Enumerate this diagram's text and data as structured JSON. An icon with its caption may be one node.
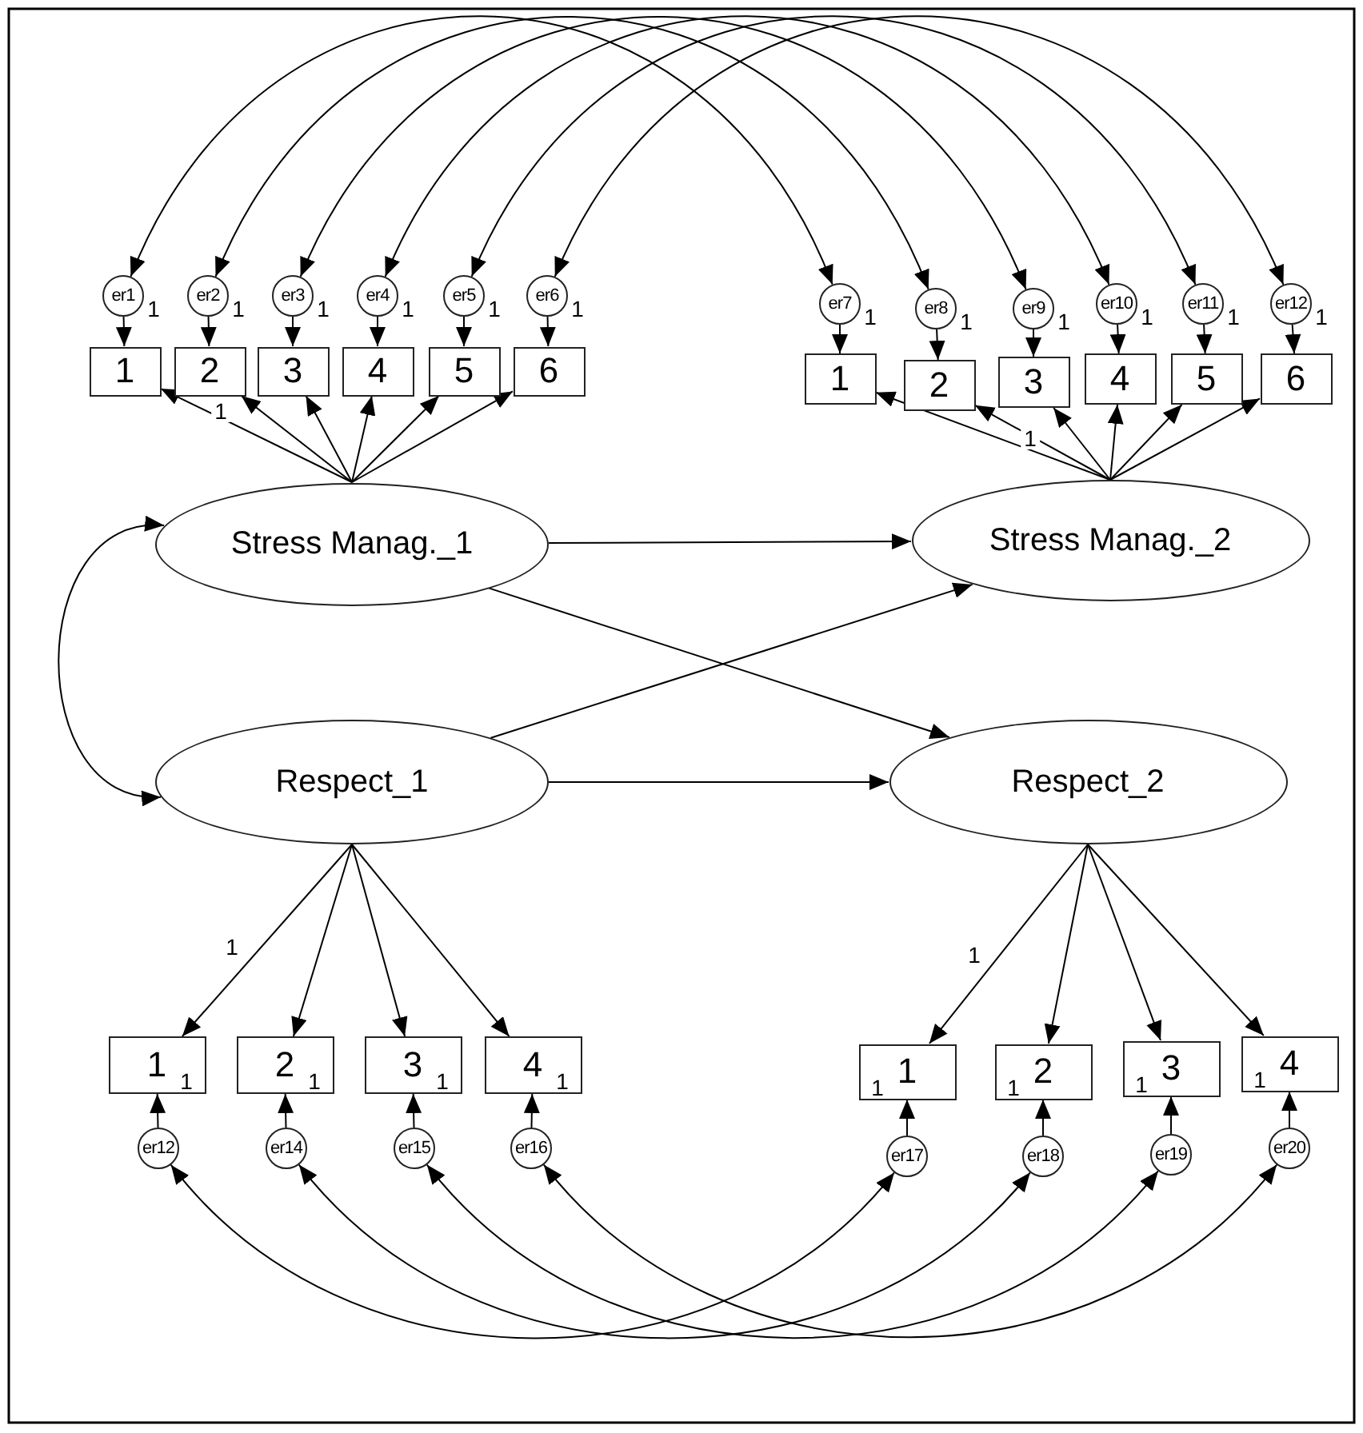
{
  "diagram": {
    "nodes": [
      {
        "text": [
          "er1"
        ]
      },
      {
        "text": [
          "er2"
        ]
      },
      {
        "text": [
          "er3"
        ]
      },
      {
        "text": [
          "er4"
        ]
      },
      {
        "text": [
          "er5"
        ]
      },
      {
        "text": [
          "er6"
        ]
      },
      {
        "text": [
          "er7"
        ]
      },
      {
        "text": [
          "er8"
        ]
      },
      {
        "text": [
          "er9"
        ]
      },
      {
        "text": [
          "er10"
        ]
      },
      {
        "text": [
          "er11"
        ]
      },
      {
        "text": [
          "er12"
        ]
      },
      {
        "text": [
          "1"
        ]
      },
      {
        "text": [
          "2"
        ]
      },
      {
        "text": [
          "3"
        ]
      },
      {
        "text": [
          "4"
        ]
      },
      {
        "text": [
          "5"
        ]
      },
      {
        "text": [
          "6"
        ]
      },
      {
        "text": [
          "1"
        ]
      },
      {
        "text": [
          "2"
        ]
      },
      {
        "text": [
          "3"
        ]
      },
      {
        "text": [
          "4"
        ]
      },
      {
        "text": [
          "5"
        ]
      },
      {
        "text": [
          "6"
        ]
      },
      {
        "text": [
          "Stress Manag._1"
        ]
      },
      {
        "text": [
          "Stress Manag._2"
        ]
      },
      {
        "text": [
          "Respect_1"
        ]
      },
      {
        "text": [
          "Respect_2"
        ]
      },
      {
        "text": [
          "1"
        ]
      },
      {
        "text": [
          "2"
        ]
      },
      {
        "text": [
          "3"
        ]
      },
      {
        "text": [
          "4"
        ]
      },
      {
        "text": [
          "1"
        ]
      },
      {
        "text": [
          "2"
        ]
      },
      {
        "text": [
          "3"
        ]
      },
      {
        "text": [
          "4"
        ]
      },
      {
        "text": [
          "er12"
        ]
      },
      {
        "text": [
          "er14"
        ]
      },
      {
        "text": [
          "er15"
        ]
      },
      {
        "text": [
          "er16"
        ]
      },
      {
        "text": [
          "er17"
        ]
      },
      {
        "text": [
          "er18"
        ]
      },
      {
        "text": [
          "er19"
        ]
      },
      {
        "text": [
          "er20"
        ]
      }
    ],
    "edges": [
      {
        "from": 0,
        "to": 12,
        "arrow": "to",
        "label": "1"
      },
      {
        "from": 1,
        "to": 13,
        "arrow": "to",
        "label": "1"
      },
      {
        "from": 2,
        "to": 14,
        "arrow": "to",
        "label": "1"
      },
      {
        "from": 3,
        "to": 15,
        "arrow": "to",
        "label": "1"
      },
      {
        "from": 4,
        "to": 16,
        "arrow": "to",
        "label": "1"
      },
      {
        "from": 5,
        "to": 17,
        "arrow": "to",
        "label": "1"
      },
      {
        "from": 6,
        "to": 18,
        "arrow": "to",
        "label": "1"
      },
      {
        "from": 7,
        "to": 19,
        "arrow": "to",
        "label": "1"
      },
      {
        "from": 8,
        "to": 20,
        "arrow": "to",
        "label": "1"
      },
      {
        "from": 9,
        "to": 21,
        "arrow": "to",
        "label": "1"
      },
      {
        "from": 10,
        "to": 22,
        "arrow": "to",
        "label": "1"
      },
      {
        "from": 11,
        "to": 23,
        "arrow": "to",
        "label": "1"
      },
      {
        "from": 24,
        "to": 12,
        "arrow": "to"
      },
      {
        "from": 24,
        "to": 13,
        "arrow": "to",
        "label": "1"
      },
      {
        "from": 24,
        "to": 14,
        "arrow": "to"
      },
      {
        "from": 24,
        "to": 15,
        "arrow": "to"
      },
      {
        "from": 24,
        "to": 16,
        "arrow": "to"
      },
      {
        "from": 24,
        "to": 17,
        "arrow": "to"
      },
      {
        "from": 25,
        "to": 18,
        "arrow": "to"
      },
      {
        "from": 25,
        "to": 19,
        "arrow": "to",
        "label": "1"
      },
      {
        "from": 25,
        "to": 20,
        "arrow": "to"
      },
      {
        "from": 25,
        "to": 21,
        "arrow": "to"
      },
      {
        "from": 25,
        "to": 22,
        "arrow": "to"
      },
      {
        "from": 25,
        "to": 23,
        "arrow": "to"
      },
      {
        "from": 0,
        "to": 6,
        "arrow": "both"
      },
      {
        "from": 1,
        "to": 7,
        "arrow": "both"
      },
      {
        "from": 2,
        "to": 8,
        "arrow": "both"
      },
      {
        "from": 3,
        "to": 9,
        "arrow": "both"
      },
      {
        "from": 4,
        "to": 10,
        "arrow": "both"
      },
      {
        "from": 5,
        "to": 11,
        "arrow": "both"
      },
      {
        "from": 24,
        "to": 26,
        "arrow": "both"
      },
      {
        "from": 24,
        "to": 25,
        "arrow": "to"
      },
      {
        "from": 24,
        "to": 27,
        "arrow": "to"
      },
      {
        "from": 26,
        "to": 25,
        "arrow": "to"
      },
      {
        "from": 26,
        "to": 27,
        "arrow": "to"
      },
      {
        "from": 26,
        "to": 28,
        "arrow": "to",
        "label": "1"
      },
      {
        "from": 26,
        "to": 29,
        "arrow": "to"
      },
      {
        "from": 26,
        "to": 30,
        "arrow": "to"
      },
      {
        "from": 26,
        "to": 31,
        "arrow": "to"
      },
      {
        "from": 27,
        "to": 32,
        "arrow": "to",
        "label": "1"
      },
      {
        "from": 27,
        "to": 33,
        "arrow": "to"
      },
      {
        "from": 27,
        "to": 34,
        "arrow": "to"
      },
      {
        "from": 27,
        "to": 35,
        "arrow": "to"
      },
      {
        "from": 36,
        "to": 28,
        "arrow": "to",
        "label": "1"
      },
      {
        "from": 37,
        "to": 29,
        "arrow": "to",
        "label": "1"
      },
      {
        "from": 38,
        "to": 30,
        "arrow": "to",
        "label": "1"
      },
      {
        "from": 39,
        "to": 31,
        "arrow": "to",
        "label": "1"
      },
      {
        "from": 40,
        "to": 32,
        "arrow": "to",
        "label": "1"
      },
      {
        "from": 41,
        "to": 33,
        "arrow": "to",
        "label": "1"
      },
      {
        "from": 42,
        "to": 34,
        "arrow": "to",
        "label": "1"
      },
      {
        "from": 43,
        "to": 35,
        "arrow": "to",
        "label": "1"
      },
      {
        "from": 36,
        "to": 40,
        "arrow": "both"
      },
      {
        "from": 37,
        "to": 41,
        "arrow": "both"
      },
      {
        "from": 38,
        "to": 42,
        "arrow": "both"
      },
      {
        "from": 39,
        "to": 43,
        "arrow": "both"
      }
    ]
  }
}
